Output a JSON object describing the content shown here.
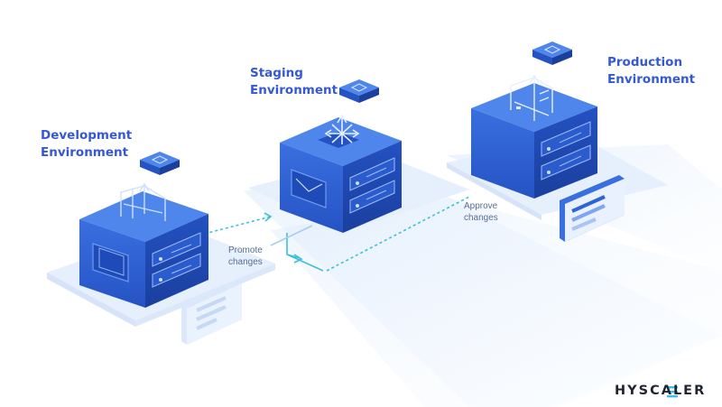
{
  "environments": {
    "development": {
      "line1": "Development",
      "line2": "Environment"
    },
    "staging": {
      "line1": "Staging",
      "line2": "Environment"
    },
    "production": {
      "line1": "Production",
      "line2": "Environment"
    }
  },
  "flows": {
    "promote": {
      "line1": "Promote",
      "line2": "changes"
    },
    "approve": {
      "line1": "Approve",
      "line2": "changes"
    }
  },
  "brand": {
    "logo_text": "HYSCALER"
  },
  "colors": {
    "accent": "#3558d6",
    "server_front": "#2d63d8",
    "server_side": "#1f48b3",
    "server_top": "#4f86ec",
    "flow_line": "#39c1d8",
    "platform": "#e8f1fd"
  }
}
